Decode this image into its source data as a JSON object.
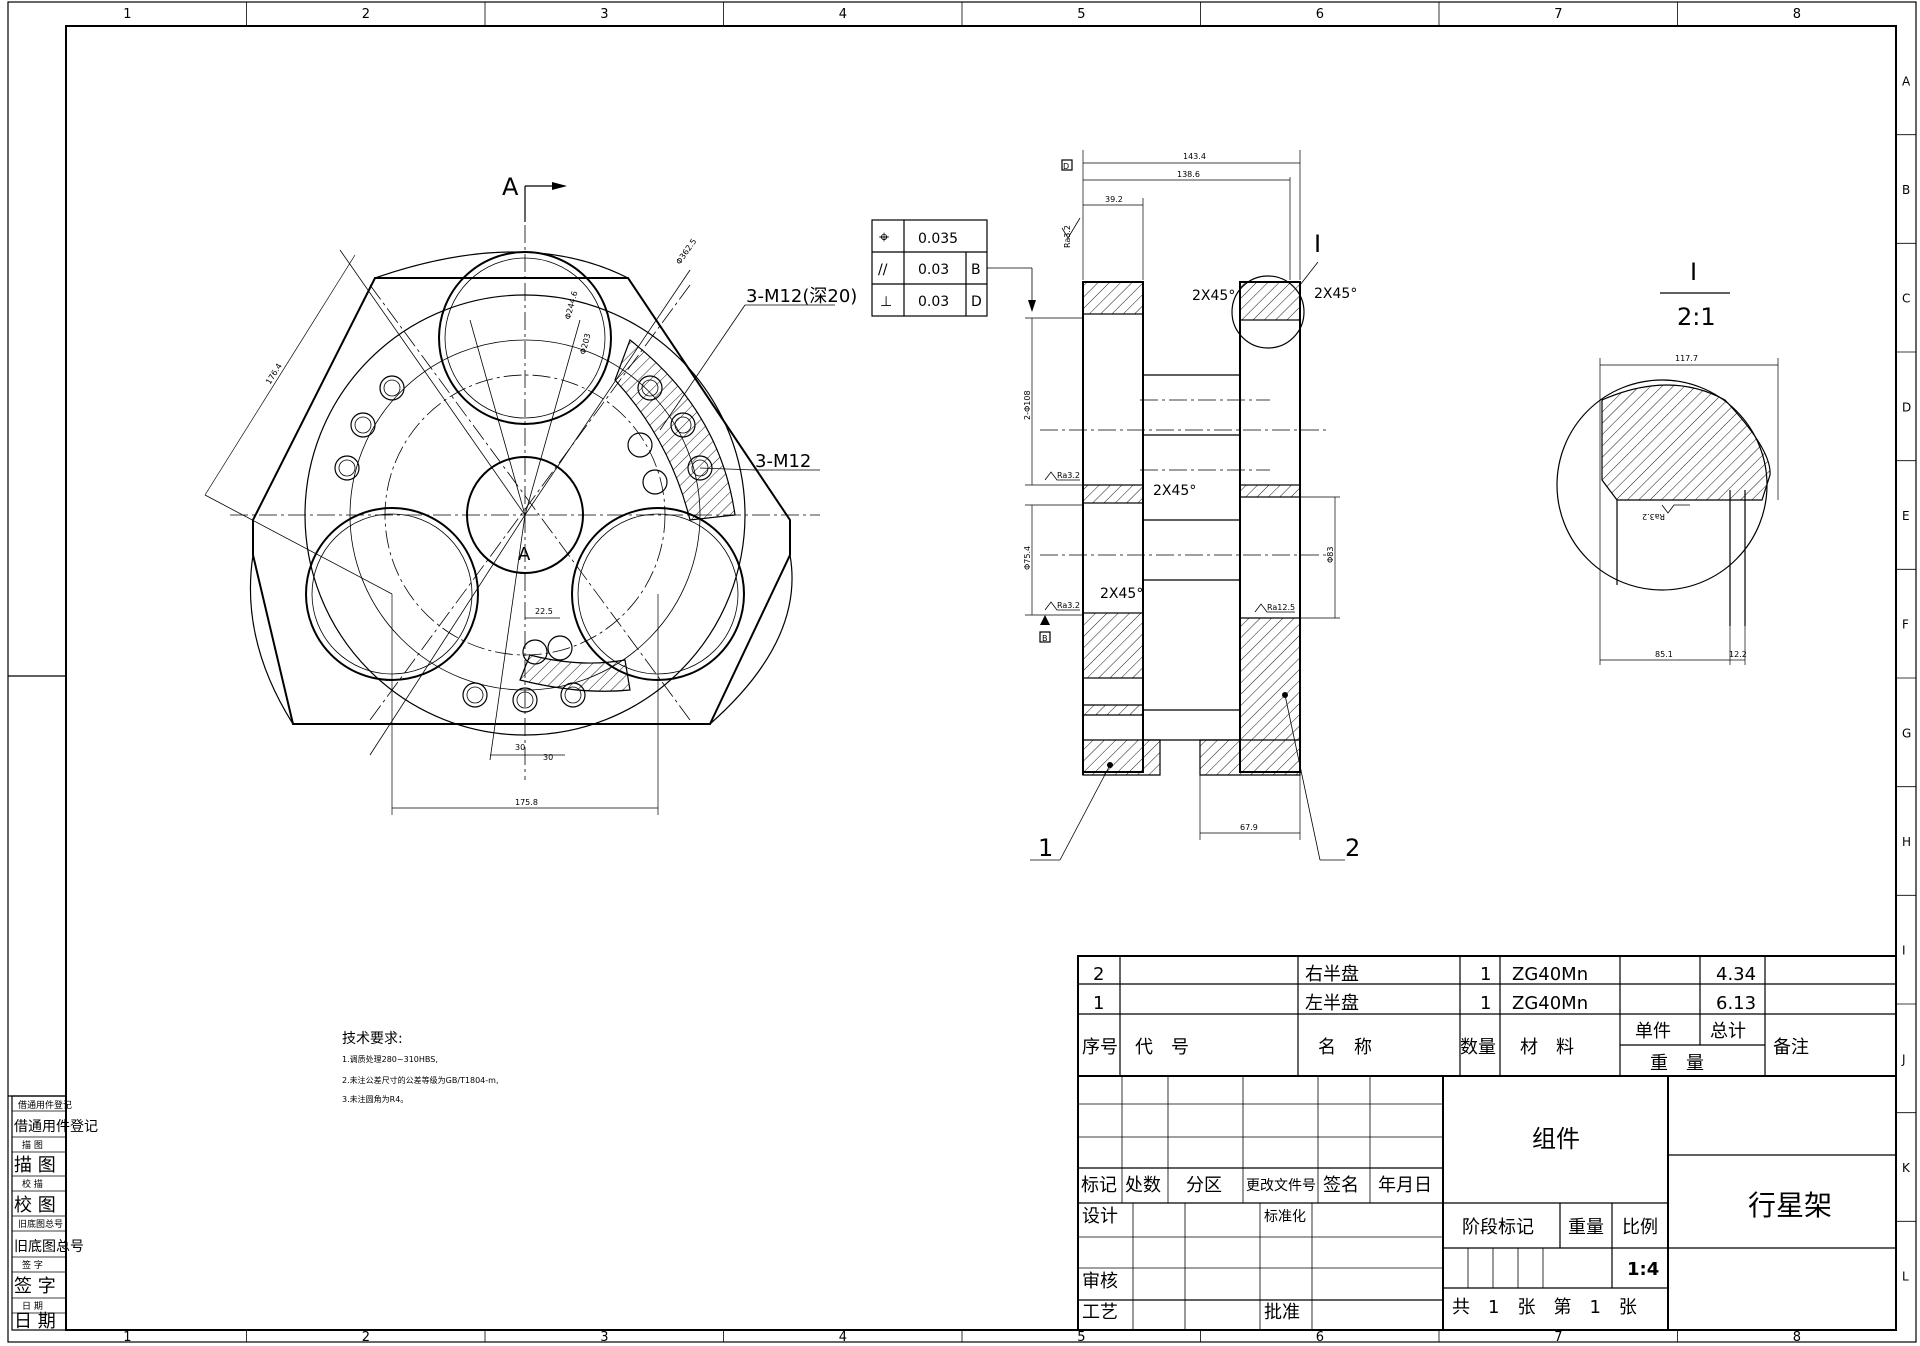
{
  "border": {
    "columns": [
      "1",
      "2",
      "3",
      "4",
      "5",
      "6",
      "7",
      "8"
    ],
    "rows": [
      "A",
      "B",
      "C",
      "D",
      "E",
      "F",
      "G",
      "H",
      "I",
      "J",
      "K",
      "L"
    ]
  },
  "views": {
    "plan": {
      "section_label": "A",
      "section_label_lower": "A",
      "callout_m12_deep": "3-M12(深20)",
      "callout_m12": "3-M12",
      "dims": {
        "d_175_8": "175.8",
        "d_176_4": "176.4",
        "d_22_5": "22.5",
        "d_30a": "30",
        "d_30b": "30",
        "d_phi_3": "Φ362.5",
        "d_phi_1": "Φ244.6",
        "d_phi_2": "Φ203"
      }
    },
    "section": {
      "tolerance_frame": [
        {
          "symbol": "⌖",
          "value": "0.035",
          "datum": ""
        },
        {
          "symbol": "//",
          "value": "0.03",
          "datum": "B"
        },
        {
          "symbol": "⊥",
          "value": "0.03",
          "datum": "D"
        }
      ],
      "datum_top": "D",
      "datum_bottom": "B",
      "detail_ref": "I",
      "chamfers": [
        "2X45°",
        "2X45°",
        "2X45°",
        "2X45°"
      ],
      "dims": {
        "d_143_4": "143.4",
        "d_138_6": "138.6",
        "d_39_2": "39.2",
        "d_67_9": "67.9",
        "d_phi_108": "2-Φ108",
        "d_phi_75_4": "Φ75.4",
        "d_phi_83": "Φ83"
      },
      "roughness": [
        "Ra3.2",
        "Ra3.2",
        "Ra3.2",
        "Ra12.5"
      ],
      "part_balloons": [
        "1",
        "2"
      ]
    },
    "detail": {
      "label": "I",
      "scale": "2:1",
      "dims": {
        "d_117_7": "117.7",
        "d_85_1": "85.1",
        "d_12_2": "12.2"
      },
      "roughness": "Ra3.2"
    }
  },
  "technical_requirements": {
    "title": "技术要求:",
    "items": [
      "1.调质处理280~310HBS,",
      "2.未注公差尺寸的公差等级为GB/T1804-m,",
      "3.未注圆角为R4。"
    ]
  },
  "side_stamp": {
    "labels": [
      "借通用件登记",
      "描 图",
      "校 描",
      "旧底图总号",
      "签 字",
      "日 期"
    ],
    "overlays": [
      "借通用件登记",
      "描 图",
      "校 图",
      "旧底图总号",
      "签 字",
      "日 期"
    ]
  },
  "bom": {
    "rows": [
      {
        "no": "2",
        "code": "",
        "name": "右半盘",
        "qty": "1",
        "material": "ZG40Mn",
        "unit": "",
        "total": "4.34",
        "note": ""
      },
      {
        "no": "1",
        "code": "",
        "name": "左半盘",
        "qty": "1",
        "material": "ZG40Mn",
        "unit": "",
        "total": "6.13",
        "note": ""
      }
    ],
    "headers": {
      "no": "序号",
      "code": "代　号",
      "name": "名　称",
      "qty": "数量",
      "material": "材　料",
      "unit": "单件",
      "total": "总计",
      "weight": "重　量",
      "note": "备注"
    }
  },
  "title_block": {
    "rev_headers": [
      "标记",
      "处数",
      "分区",
      "更改文件号",
      "签名",
      "年月日"
    ],
    "design": "设计",
    "standardization": "标准化",
    "review": "审核",
    "process": "工艺",
    "approve": "批准",
    "drawing_type": "组件",
    "stage_mark": "阶段标记",
    "weight": "重量",
    "scale_label": "比例",
    "scale_value": "1:4",
    "sheets": "共　1　张　第　1　张",
    "part_name": "行星架"
  }
}
